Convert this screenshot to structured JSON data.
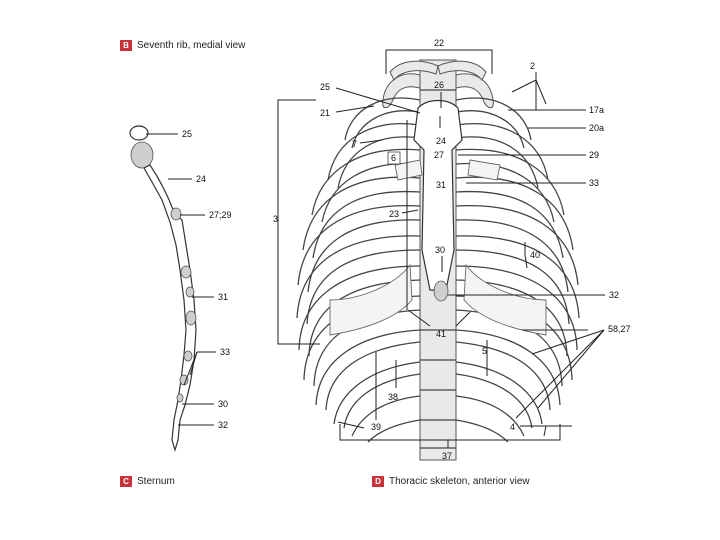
{
  "captions": {
    "b": {
      "badge": "B",
      "text": "Seventh rib, medial view"
    },
    "c": {
      "badge": "C",
      "text": "Sternum"
    },
    "d": {
      "badge": "D",
      "text": "Thoracic skeleton, anterior view"
    }
  },
  "labels": {
    "sternum": [
      "25",
      "24",
      "27;29",
      "31",
      "33",
      "30",
      "32"
    ],
    "thorax_left": [
      "25",
      "21",
      "7",
      "6",
      "3",
      "23"
    ],
    "thorax_top": [
      "22",
      "26",
      "24",
      "27",
      "31"
    ],
    "thorax_right": [
      "2",
      "17a",
      "20a",
      "29",
      "33",
      "40",
      "32",
      "58,27",
      "30",
      "41",
      "5",
      "38",
      "39",
      "37",
      "4"
    ]
  }
}
